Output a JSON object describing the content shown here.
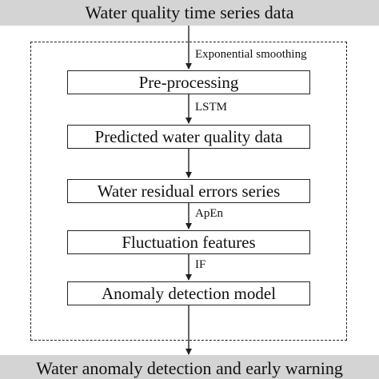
{
  "diagram": {
    "input_label": "Water quality time series data",
    "output_label": "Water anomaly detection and early warning",
    "steps": [
      {
        "label": "Pre-processing"
      },
      {
        "label": "Predicted water quality data"
      },
      {
        "label": "Water residual errors series"
      },
      {
        "label": "Fluctuation features"
      },
      {
        "label": "Anomaly detection model"
      }
    ],
    "edge_labels": [
      "Exponential smoothing",
      "LSTM",
      "ApEn",
      "IF"
    ]
  }
}
